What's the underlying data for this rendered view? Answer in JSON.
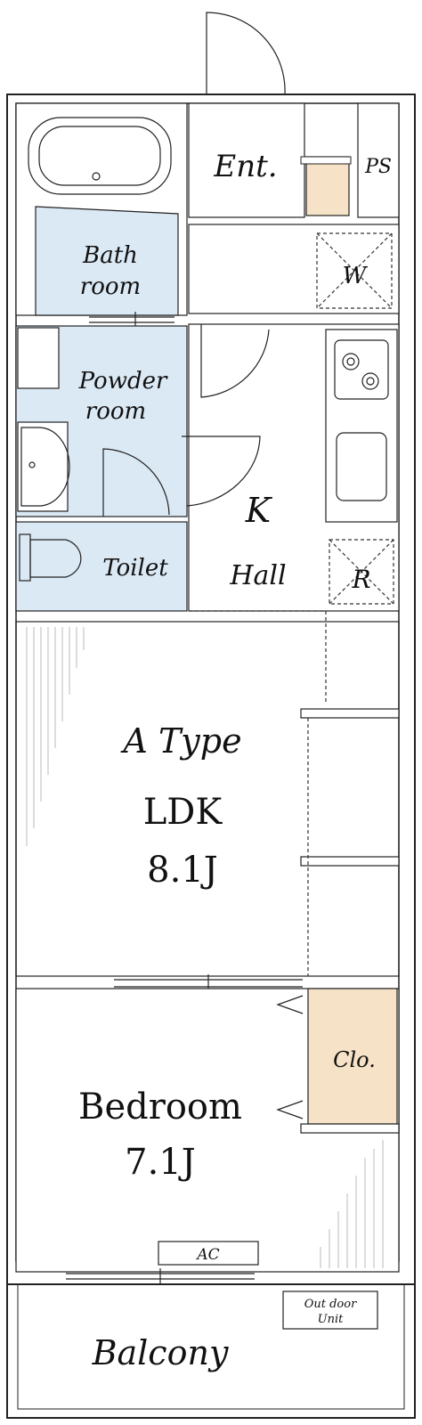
{
  "plan": {
    "type_label": "A Type",
    "ldk_label": "LDK",
    "ldk_size": "8.1J",
    "bedroom_label": "Bedroom",
    "bedroom_size": "7.1J",
    "kitchen_label": "K",
    "hall_label": "Hall",
    "bath_line1": "Bath",
    "bath_line2": "room",
    "powder_line1": "Powder",
    "powder_line2": "room",
    "toilet_label": "Toilet",
    "entrance_label": "Ent.",
    "ps_label": "PS",
    "washer_label": "W",
    "fridge_label": "R",
    "closet_label": "Clo.",
    "ac_label": "AC",
    "outdoor_line1": "Out door",
    "outdoor_line2": "Unit",
    "balcony_label": "Balcony"
  },
  "colors": {
    "wet_area": "#dbe9f5",
    "closet": "#f6e2c6",
    "wall": "#222222"
  }
}
